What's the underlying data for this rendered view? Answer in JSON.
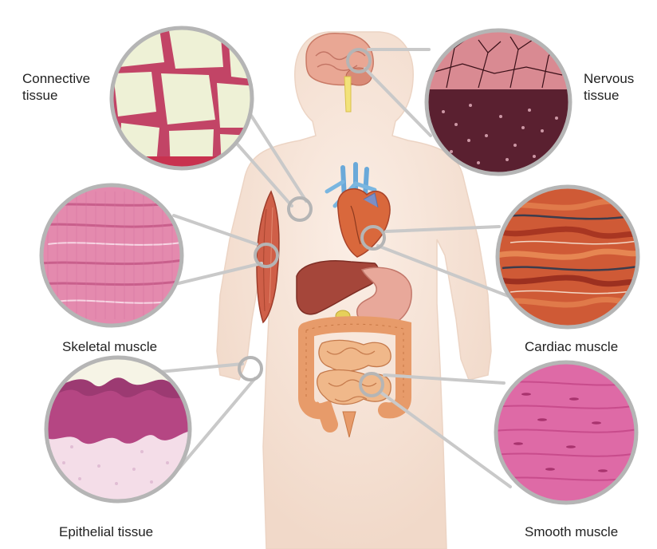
{
  "labels": {
    "connective_line1": "Connective",
    "connective_line2": "tissue",
    "nervous_line1": "Nervous",
    "nervous_line2": "tissue",
    "skeletal": "Skeletal muscle",
    "cardiac": "Cardiac muscle",
    "epithelial": "Epithelial tissue",
    "smooth": "Smooth muscle"
  },
  "colors": {
    "body_skin": "#f6e4d8",
    "connector": "#c9c9c9",
    "ring": "#b5b5b5",
    "muscle_pink": "#e27fa8",
    "adipose_cell": "#eef1d6",
    "nervous_dark": "#4a1f2a",
    "cardiac_red": "#c2472e",
    "liver": "#a5463a",
    "intestine": "#e8a070"
  }
}
